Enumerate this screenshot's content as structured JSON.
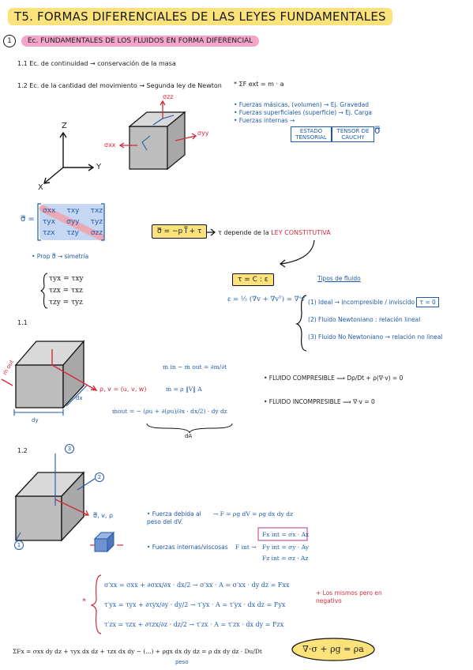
{
  "title": "T5. FORMAS DIFERENCIALES DE LAS LEYES FUNDAMENTALES",
  "section1": {
    "num": "1",
    "label": "Ec. FUNDAMENTALES DE LOS FLUIDOS EN FORMA DIFERENCIAL"
  },
  "s11": "1.1 Ec. de continuidad → conservación de la masa",
  "s12": "1.2 Ec. de la cantidad del movimiento → Segunda ley de Newton",
  "s12eq": "* ΣF ext = m · a",
  "forces": [
    "• Fuerzas másicas, (volumen) → Ej. Gravedad",
    "• Fuerzas superficiales (superficie) → Ej. Carga",
    "• Fuerzas internas →"
  ],
  "estado": "ESTADO TENSORIAL",
  "tensor": "TENSOR DE CAUCHY",
  "sigmaSym": "σ̿",
  "axes": {
    "z": "Z",
    "y": "Y",
    "x": "X"
  },
  "cube1": {
    "szz": "σzz",
    "syy": "σyy",
    "sxx": "σxx"
  },
  "matrixLabel": "σ̿ =",
  "matrix": [
    [
      "σxx",
      "τxy",
      "τxz"
    ],
    [
      "τyx",
      "σyy",
      "τyz"
    ],
    [
      "τzx",
      "τzy",
      "σzz"
    ]
  ],
  "prop": "• Prop σ̿ → simetría",
  "sym": [
    "τyx = τxy",
    "τzx = τxz",
    "τzy = τyz"
  ],
  "boxEq": "σ̿ = −p I̿ + τ",
  "depende": "τ depende de la",
  "ley": "LEY CONSTITUTIVA",
  "tauEq": "τ = C : ε",
  "epsEq": "ε = ½ (∇v + ∇vᵀ) = ∇ˢv",
  "tipos": "Tipos de fluido",
  "tiposItems": [
    {
      "n": "1",
      "t": "Ideal → incompresible / inviscido",
      "box": "τ = 0"
    },
    {
      "n": "2",
      "t": "Fluido Newtoniano : relación lineal",
      "box": ""
    },
    {
      "n": "3",
      "t": "Fluido No Newtoniano → relación no lineal",
      "box": ""
    }
  ],
  "s11b": "1.1",
  "cube2": {
    "mout": "ṁ out",
    "rho": "ρ, v = (u, v, w)",
    "dx": "dx",
    "dy": "dy"
  },
  "massEq1": "ṁ in − ṁ out = ∂m/∂t",
  "massEq2": "ṁ = ρ ‖V‖ A",
  "massEq3": "ṁout = − (ρu + ∂(ρu)/∂x · dx/2) · dy dz",
  "dA": "dA",
  "comp": "• FLUIDO COMPRESIBLE ⟹ Dρ/Dt + ρ(∇·v) = 0",
  "incomp": "• FLUIDO INCOMPRESIBLE ⟹ ∇·v = 0",
  "s12b": "1.2",
  "cube3": {
    "c3": "3",
    "c2": "2",
    "c1": "1",
    "sv": "σ̿, v, ρ"
  },
  "fd1": "• Fuerza debida al peso del dV.",
  "fd1eq": "→ F = ρg dV = ρg dx dy dz",
  "fi": "• Fuerzas internas/viscosas",
  "fiEq": "F int →",
  "fx": "Fx int = σx · Ax",
  "fy": "Fy int = σy · Ay",
  "fz": "Fz int = σz · Az",
  "bigEq": [
    "σ′xx = σxx + ∂σxx/∂x · dx/2 → σ′xx · A = σ′xx · dy dz = Fxx",
    "τ′yx = τyx + ∂τyx/∂y · dy/2 → τ′yx · A = τ′yx · dx dz = Fyx",
    "τ′zx = τzx + ∂τzx/∂z · dz/2 → τ′zx · A = τ′zx · dx dy = Fzx"
  ],
  "losMismos": "+ Los mismos pero en negativo",
  "sumEq": "ΣFx = σxx dy dz + τyx dx dz + τzx dx dy − (...) + ρgx dx dy dz = ρ dx dy dz · Du/Dt",
  "peso": "peso",
  "finalEq": "∇·σ + ρg = ρa",
  "colors": {
    "blue": "#1f5aa8",
    "red": "#d12b3a",
    "yellow": "#fbe27a",
    "pink": "#f4a6c8"
  }
}
